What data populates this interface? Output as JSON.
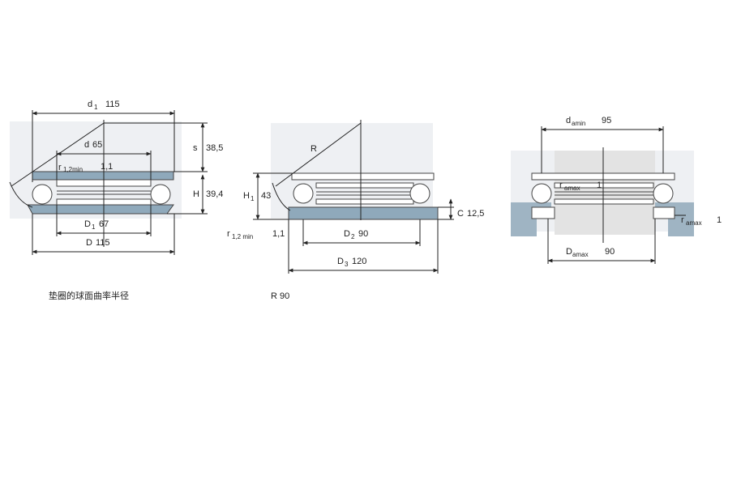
{
  "left_view": {
    "d1_label": "d",
    "d1_sub": "1",
    "d1_value": "115",
    "d_label": "d",
    "d_value": "65",
    "s_label": "s",
    "s_value": "38,5",
    "H_label": "H",
    "H_value": "39,4",
    "r_label": "r",
    "r_sub": "1,2min",
    "r_value": "1,1",
    "D1_label": "D",
    "D1_sub": "1",
    "D1_value": "67",
    "D_label": "D",
    "D_value": "115",
    "caption": "垫圈的球面曲率半径"
  },
  "middle_view": {
    "R_label": "R",
    "H1_label": "H",
    "H1_sub": "1",
    "H1_value": "43",
    "C_label": "C",
    "C_value": "12,5",
    "r_label": "r",
    "r_sub": "1,2 min",
    "r_value": "1,1",
    "D2_label": "D",
    "D2_sub": "2",
    "D2_value": "90",
    "D3_label": "D",
    "D3_sub": "3",
    "D3_value": "120",
    "caption": "R 90"
  },
  "right_view": {
    "da_label": "d",
    "da_sub": "amin",
    "da_value": "95",
    "ra_label": "r",
    "ra_sub": "amax",
    "ra_value": "1",
    "ra2_label": "r",
    "ra2_sub": "amax",
    "ra2_value": "1",
    "Da_label": "D",
    "Da_sub": "amax",
    "Da_value": "90"
  },
  "colors": {
    "seat": "#8fa9bb",
    "line": "#222222"
  }
}
